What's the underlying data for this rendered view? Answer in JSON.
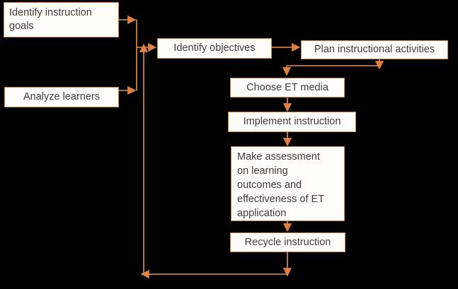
{
  "colors": {
    "bg": "#000000",
    "box-bg": "#fffdf8",
    "box-border": "#c8874e",
    "arrow": "#e2925c",
    "arrowhead": "#df8040",
    "text": "#3d3d3d"
  },
  "nodes": [
    {
      "id": "identify-goals",
      "label": "Identify instruction\ngoals"
    },
    {
      "id": "analyze-learners",
      "label": "Analyze learners"
    },
    {
      "id": "identify-objectives",
      "label": "Identify objectives"
    },
    {
      "id": "plan-activities",
      "label": "Plan instructional activities"
    },
    {
      "id": "choose-media",
      "label": "Choose ET media"
    },
    {
      "id": "implement-instruction",
      "label": "Implement instruction"
    },
    {
      "id": "make-assessment",
      "label": "Make assessment\non learning\noutcomes and\neffectiveness of ET\napplication"
    },
    {
      "id": "recycle-instruction",
      "label": "Recycle instruction"
    }
  ]
}
